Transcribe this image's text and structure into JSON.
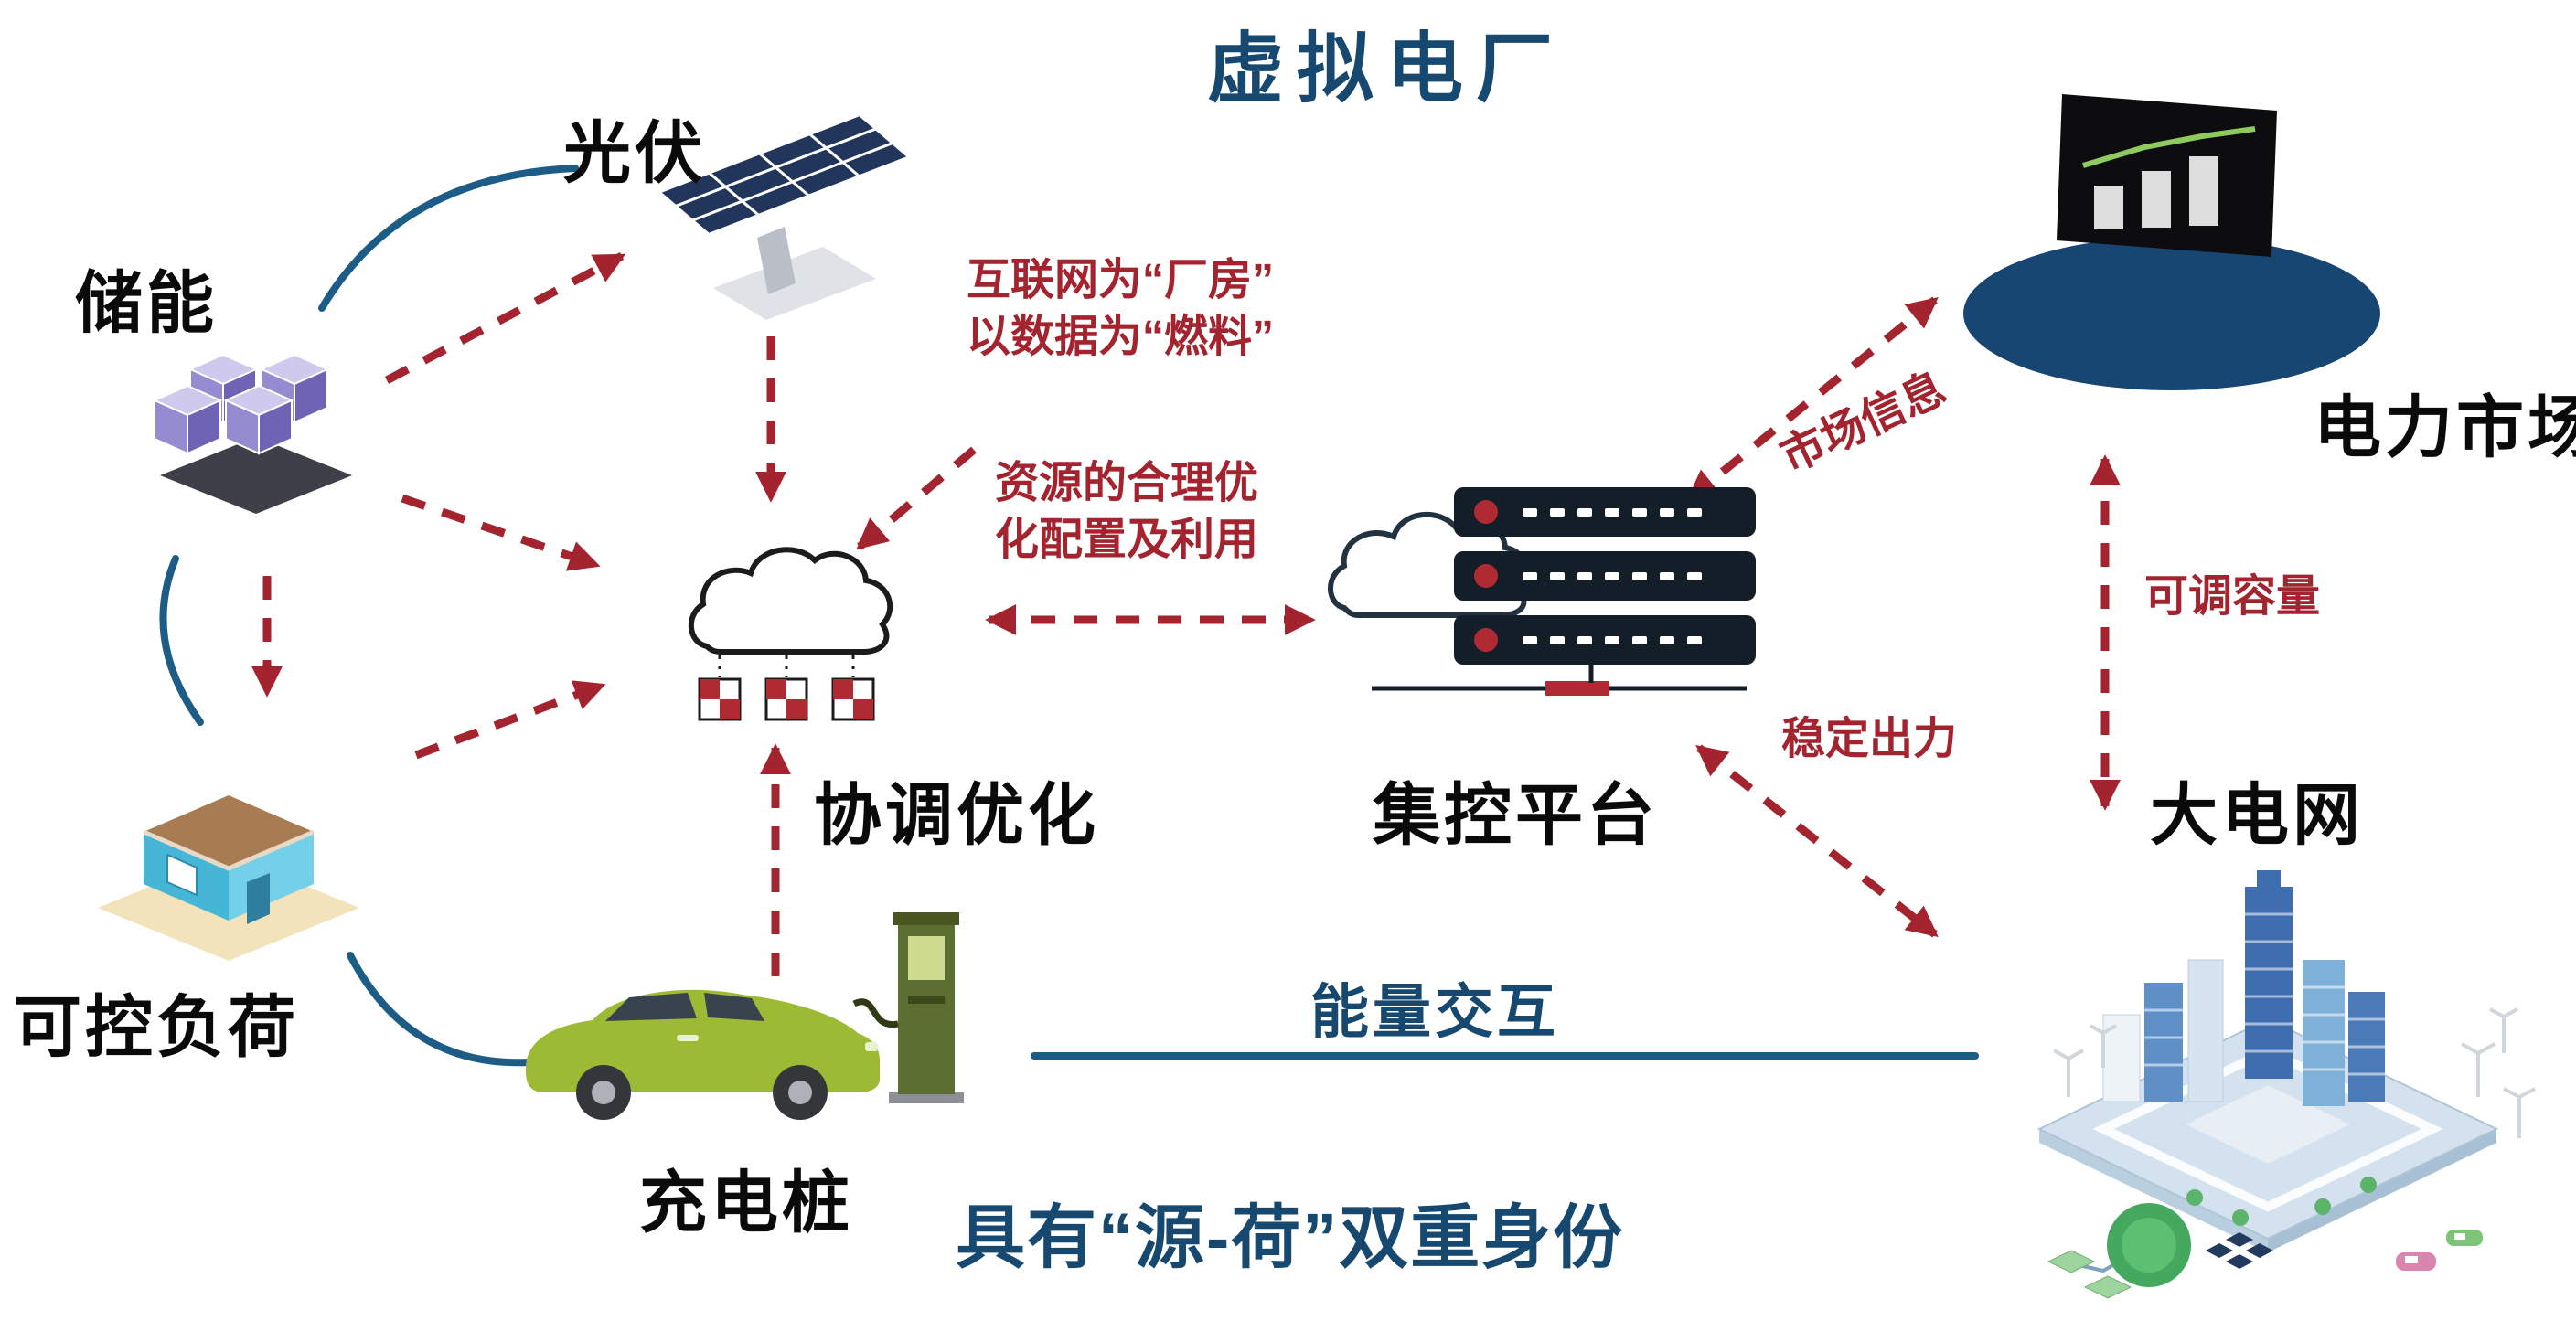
{
  "title": "虚拟电厂",
  "nodes": {
    "pv": {
      "label": "光伏"
    },
    "storage": {
      "label": "储能"
    },
    "load": {
      "label": "可控负荷"
    },
    "charger": {
      "label": "充电桩"
    },
    "coordination": {
      "label": "协调优化"
    },
    "platform": {
      "label": "集控平台"
    },
    "market": {
      "label": "电力市场"
    },
    "grid": {
      "label": "大电网"
    }
  },
  "annotations": {
    "internet": {
      "line1": "互联网为“厂房”",
      "line2": "以数据为“燃料”"
    },
    "resource": {
      "line1": "资源的合理优",
      "line2": "化配置及利用"
    },
    "market_info": "市场信息",
    "capacity": "可调容量",
    "stable_output": "稳定出力",
    "energy_exchange": "能量交互",
    "dual_identity": "具有“源-荷”双重身份"
  },
  "icons": {
    "pv": "solar-panel-icon",
    "storage": "battery-cubes-icon",
    "load": "house-icon",
    "charger": "ev-car-charger-icon",
    "coordination": "cloud-servers-icon",
    "platform": "cloud-rack-icon",
    "market": "market-chart-icon",
    "grid": "smart-city-icon"
  },
  "colors": {
    "accent_red": "#a3242e",
    "accent_blue": "#17486f",
    "line_blue": "#1e5c88"
  }
}
